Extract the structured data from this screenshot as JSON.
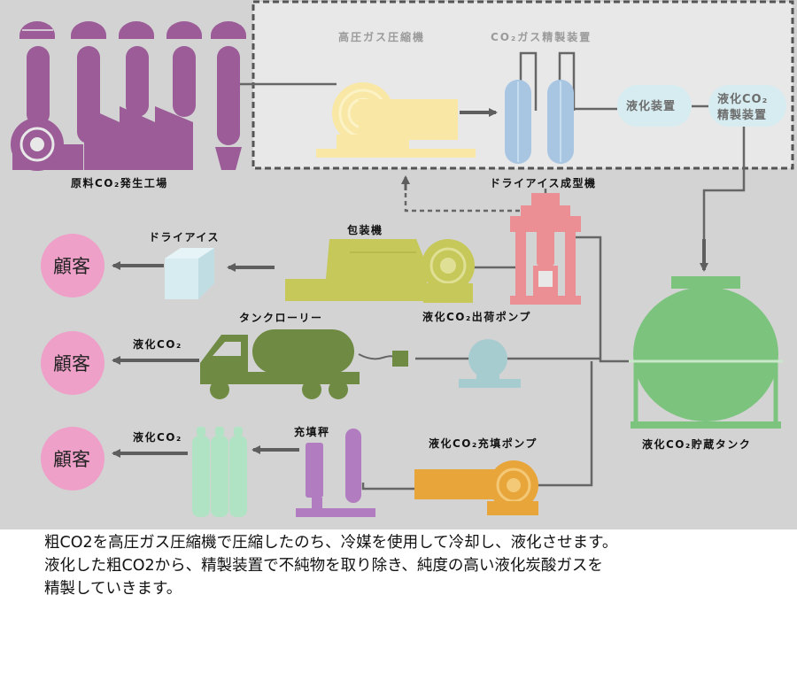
{
  "labels": {
    "raw_co2_plant": "原料CO₂発生工場",
    "hp_compressor": "高圧ガス圧縮機",
    "co2_purifier": "CO₂ガス精製装置",
    "liquefier": "液化装置",
    "liquid_purifier_line1": "液化CO₂",
    "liquid_purifier_line2": "精製装置",
    "dry_ice_press": "ドライアイス成型機",
    "packaging": "包装機",
    "dry_ice": "ドライアイス",
    "tank_lorry": "タンクローリー",
    "shipping_pump": "液化CO₂出荷ポンプ",
    "liquid_co2_lorry": "液化CO₂",
    "storage_tank": "液化CO₂貯蔵タンク",
    "filling_scale": "充填秤",
    "filling_pump": "液化CO₂充填ポンプ",
    "liquid_co2_cylinders": "液化CO₂",
    "customer": "顧客"
  },
  "caption": [
    "粗CO2を高圧ガス圧縮機で圧縮したのち、冷媒を使用して冷却し、液化させます。",
    "液化した粗CO2から、精製装置で不純物を取り除き、純度の高い液化炭酸ガスを",
    "精製していきます。"
  ],
  "colors": {
    "background": "#d3d3d3",
    "factory": "#9b5c98",
    "compressor": "#f9e7a6",
    "purifier_columns": "#a8c5e2",
    "liquefier_boxes": "#d6ecf0",
    "press": "#ec8f94",
    "packaging": "#c6c85a",
    "lorry": "#6f8a43",
    "pump": "#a6ccd0",
    "storage_tank": "#7cc47e",
    "filling_scale": "#b27dc0",
    "filling_pump": "#e8a53a",
    "cylinders": "#b0e2c4",
    "customer": "#eea0c8",
    "arrow": "#5e5e5e"
  }
}
